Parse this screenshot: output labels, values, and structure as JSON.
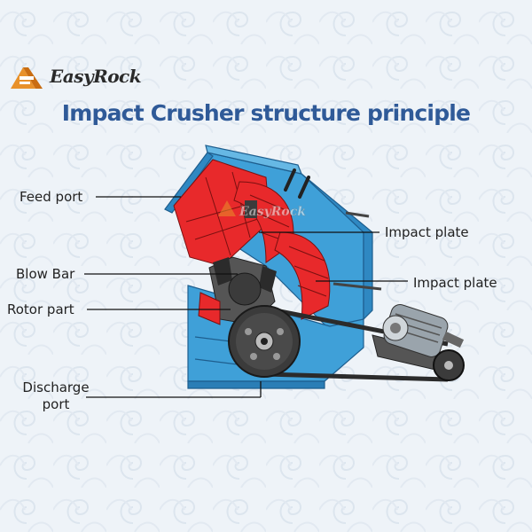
{
  "brand": {
    "name": "EasyRock",
    "watermark": "EasyRock"
  },
  "title": "Impact Crusher structure principle",
  "labels": {
    "feed_port": "Feed port",
    "impact_plate_upper": "Impact plate",
    "impact_plate_lower": "Impact plate",
    "blow_bar": "Blow Bar",
    "rotor_part": "Rotor part",
    "discharge_port_line1": "Discharge",
    "discharge_port_line2": "port"
  },
  "colors": {
    "title": "#2f5a98",
    "frame_blue": "#3fa0d8",
    "liner_red": "#e8292b",
    "pulley_dark": "#3b3b3b",
    "logo_orange": "#e8912a"
  }
}
